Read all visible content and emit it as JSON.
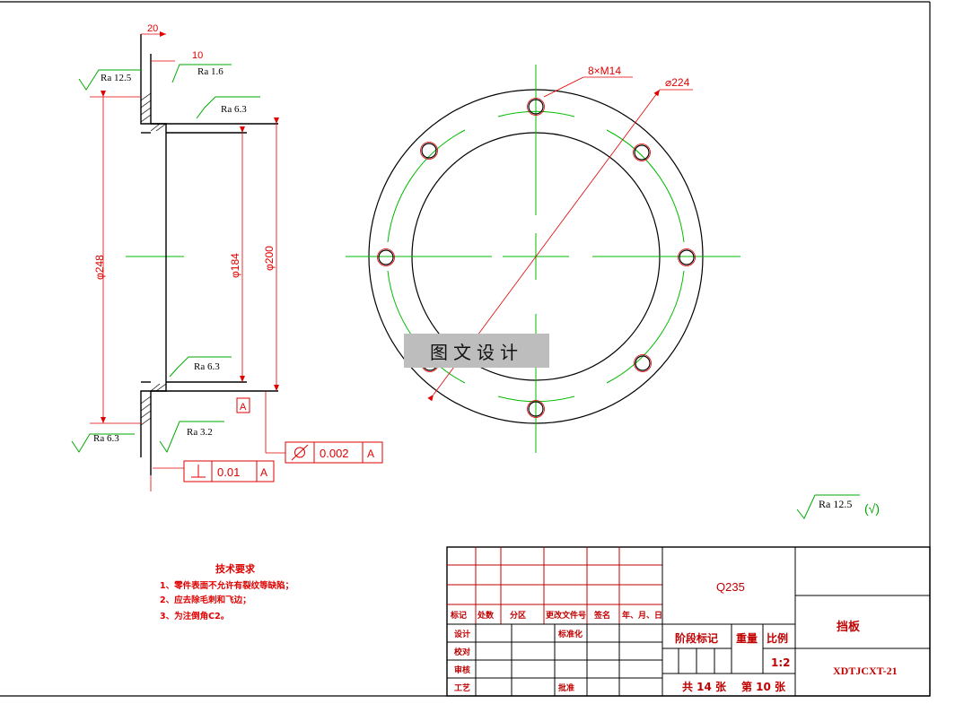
{
  "colors": {
    "outline": "#000000",
    "dimension": "#e00000",
    "center": "#00bb00",
    "frame": "#000000"
  },
  "side_view": {
    "top_width": "20",
    "step_width": "10",
    "roughness_top_left": "Ra 12.5",
    "roughness_top_right": "Ra 1.6",
    "roughness_upper_face": "Ra 6.3",
    "roughness_lower_face": "Ra 6.3",
    "roughness_bottom_left": "Ra 6.3",
    "roughness_bottom_right": "Ra 3.2",
    "dia_outer": "φ248",
    "dia_bore": "φ184",
    "dia_step": "φ200",
    "datum": "A",
    "flatness_tol": "0.002",
    "flatness_datum": "A",
    "perp_tol": "0.01",
    "perp_datum": "A"
  },
  "front_view": {
    "hole_callout": "8×M14",
    "pcd_label": "⌀224"
  },
  "general_roughness": "Ra 12.5",
  "tech_notes": {
    "title": "技术要求",
    "items": [
      "1、零件表面不允许有裂纹等缺陷；",
      "2、应去除毛刺和飞边；",
      "3、为注倒角C2。"
    ]
  },
  "watermark": "图文设计",
  "title_block": {
    "material": "Q235",
    "part_name": "挡板",
    "drawing_no": "XDTJCXT-21",
    "scale_label": "比例",
    "scale": "1:2",
    "weight_label": "重量",
    "stage_label": "阶段标记",
    "sheets": "共 14 张",
    "sheet_no": "第 10 张",
    "header_row": [
      "标记",
      "处数",
      "分区",
      "更改文件号",
      "签名",
      "年、月、日"
    ],
    "design": "设计",
    "standardize": "标准化",
    "check": "校对",
    "review": "审核",
    "process": "工艺",
    "approve": "批准"
  }
}
